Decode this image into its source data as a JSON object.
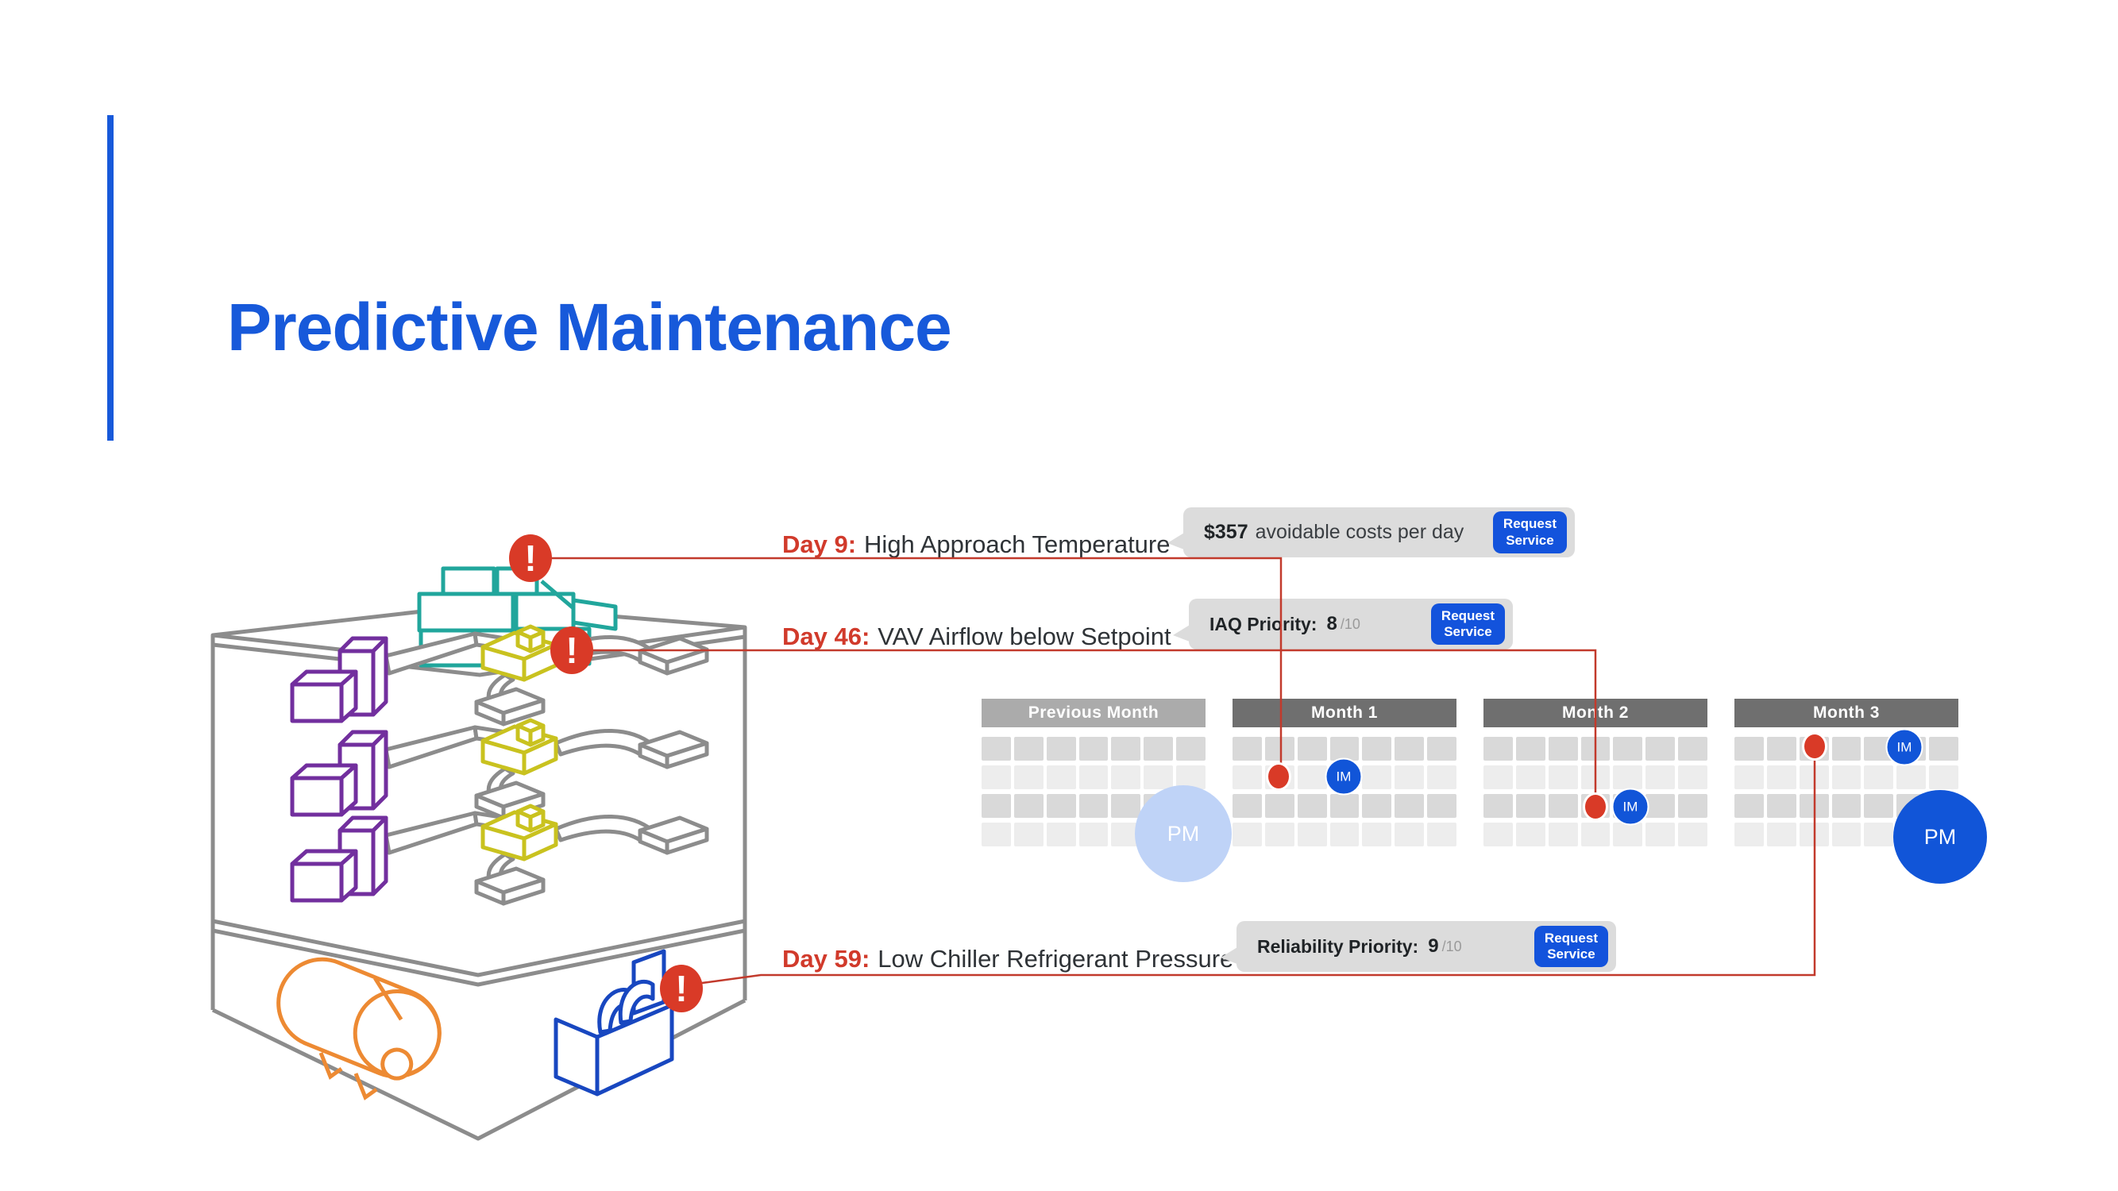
{
  "title": "Predictive Maintenance",
  "glyphs": {
    "alert": "!"
  },
  "callouts": [
    {
      "day": "Day 9:",
      "issue": "High Approach Temperature",
      "stat": "$357",
      "stat_caption": "avoidable costs per day",
      "button": "Request\nService"
    },
    {
      "day": "Day 46:",
      "issue": "VAV Airflow below Setpoint",
      "metric": "IAQ Priority:",
      "score": "8",
      "scale": "/10",
      "button": "Request\nService"
    },
    {
      "day": "Day 59:",
      "issue": "Low Chiller Refrigerant Pressure",
      "metric": "Reliability Priority:",
      "score": "9",
      "scale": "/10",
      "button": "Request\nService"
    }
  ],
  "calendar": {
    "grid": {
      "rows": 4,
      "cols": 7
    },
    "months": [
      {
        "label": "Previous Month",
        "theme": "light"
      },
      {
        "label": "Month 1",
        "theme": "dark"
      },
      {
        "label": "Month 2",
        "theme": "dark"
      },
      {
        "label": "Month 3",
        "theme": "dark"
      }
    ],
    "markers": {
      "im_label": "IM",
      "pm_label": "PM",
      "events": [
        {
          "month": "Month 1",
          "type": "issue-detected",
          "week": 2,
          "day": 2
        },
        {
          "month": "Month 1",
          "type": "immediate-maintenance",
          "week": 2,
          "day": 4
        },
        {
          "month": "Month 2",
          "type": "issue-detected",
          "week": 3,
          "day": 4
        },
        {
          "month": "Month 2",
          "type": "immediate-maintenance",
          "week": 3,
          "day": 5
        },
        {
          "month": "Month 3",
          "type": "issue-detected",
          "week": 1,
          "day": 3
        },
        {
          "month": "Month 3",
          "type": "immediate-maintenance",
          "week": 1,
          "day": 6
        },
        {
          "month": "Previous Month",
          "type": "planned-maintenance"
        },
        {
          "month": "Month 3",
          "type": "planned-maintenance"
        }
      ]
    }
  },
  "colors": {
    "accent_blue": "#1759DA",
    "button_blue": "#1353DC",
    "marker_blue": "#1155D8",
    "pm_light_blue": "#BFD3F7",
    "alert_red": "#D93A27",
    "line_red": "#C23A2C",
    "bubble_gray": "#DCDCDC",
    "header_light": "#ABABAB",
    "header_dark": "#6F6F6F",
    "teal": "#21A69C",
    "purple": "#722F9E",
    "yellow": "#C9C21F",
    "orange": "#ED8A33",
    "chiller_blue": "#1847C0",
    "building_gray": "#8C8C8C"
  }
}
